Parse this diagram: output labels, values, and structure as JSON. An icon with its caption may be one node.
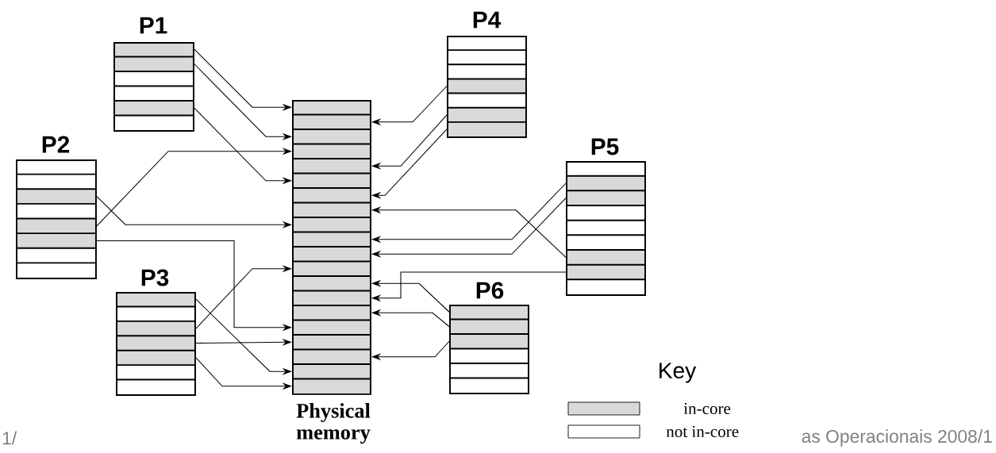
{
  "diagram": {
    "nodes": [
      {
        "text": [
          "P1"
        ]
      },
      {
        "text": [
          "P2"
        ]
      },
      {
        "text": [
          "P3"
        ]
      },
      {
        "text": [
          "P4"
        ]
      },
      {
        "text": [
          "P5"
        ]
      },
      {
        "text": [
          "P6"
        ]
      },
      {
        "text": [
          "Physical memory"
        ]
      }
    ],
    "edges": [
      {
        "from": 0,
        "to": 6,
        "arrow": "to"
      },
      {
        "from": 0,
        "to": 6,
        "arrow": "to"
      },
      {
        "from": 0,
        "to": 6,
        "arrow": "to"
      },
      {
        "from": 1,
        "to": 6,
        "arrow": "to"
      },
      {
        "from": 1,
        "to": 6,
        "arrow": "to"
      },
      {
        "from": 1,
        "to": 6,
        "arrow": "to"
      },
      {
        "from": 2,
        "to": 6,
        "arrow": "to"
      },
      {
        "from": 2,
        "to": 6,
        "arrow": "to"
      },
      {
        "from": 2,
        "to": 6,
        "arrow": "to"
      },
      {
        "from": 2,
        "to": 6,
        "arrow": "to"
      },
      {
        "from": 3,
        "to": 6,
        "arrow": "to"
      },
      {
        "from": 3,
        "to": 6,
        "arrow": "to"
      },
      {
        "from": 3,
        "to": 6,
        "arrow": "to"
      },
      {
        "from": 4,
        "to": 6,
        "arrow": "to"
      },
      {
        "from": 4,
        "to": 6,
        "arrow": "to"
      },
      {
        "from": 4,
        "to": 6,
        "arrow": "to"
      },
      {
        "from": 4,
        "to": 6,
        "arrow": "to"
      },
      {
        "from": 5,
        "to": 6,
        "arrow": "to"
      },
      {
        "from": 5,
        "to": 6,
        "arrow": "to"
      },
      {
        "from": 5,
        "to": 6,
        "arrow": "to"
      }
    ],
    "labels": [
      "Key",
      "1/",
      "as Operacionais 2008/1"
    ],
    "legend": [
      {
        "text": "in-core",
        "color": "#d9d9d9"
      },
      {
        "text": "not in-core"
      }
    ]
  }
}
